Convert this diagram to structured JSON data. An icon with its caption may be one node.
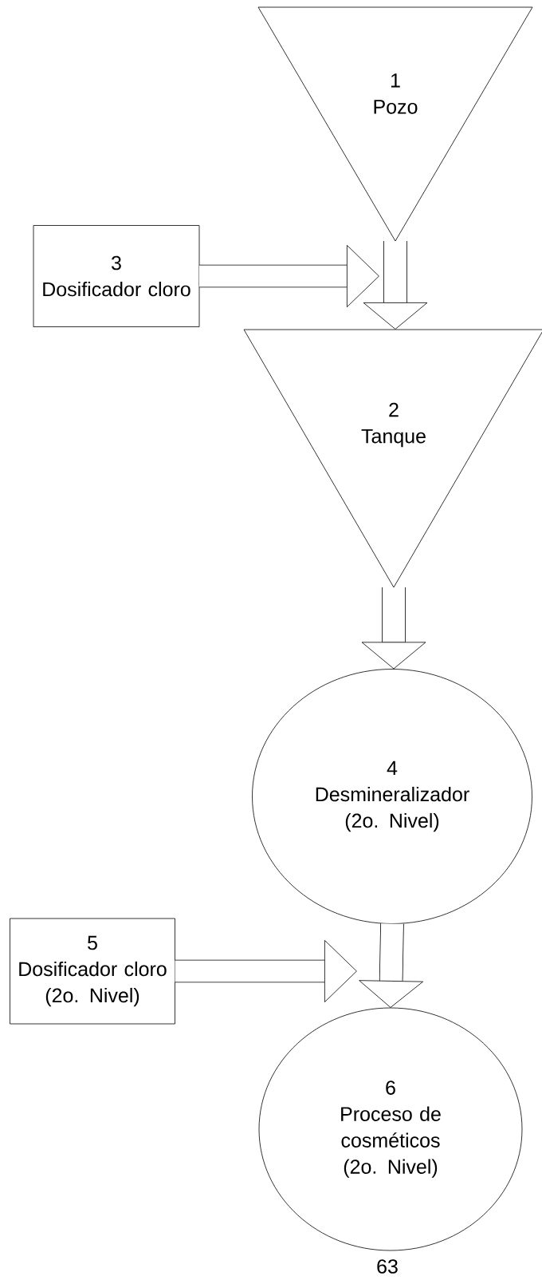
{
  "diagram": {
    "nodes": [
      {
        "text": [
          "1",
          "Pozo"
        ]
      },
      {
        "text": [
          "2",
          "Tanque"
        ]
      },
      {
        "text": [
          "3",
          "Dosificador cloro"
        ]
      },
      {
        "text": [
          "4",
          "Desmineralizador",
          "(2o. Nivel)"
        ]
      },
      {
        "text": [
          "5",
          "Dosificador cloro",
          "(2o. Nivel)"
        ]
      },
      {
        "text": [
          "6",
          "Proceso de cosméticos",
          "(2o. Nivel)"
        ]
      }
    ],
    "edges": [
      {
        "from": 0,
        "to": 1,
        "arrow": "to"
      },
      {
        "from": 2,
        "to": null,
        "arrow": "to"
      },
      {
        "from": 1,
        "to": 3,
        "arrow": "to"
      },
      {
        "from": 3,
        "to": 5,
        "arrow": "to"
      },
      {
        "from": 4,
        "to": 5,
        "arrow": "to"
      }
    ],
    "labels": [
      "63"
    ]
  }
}
